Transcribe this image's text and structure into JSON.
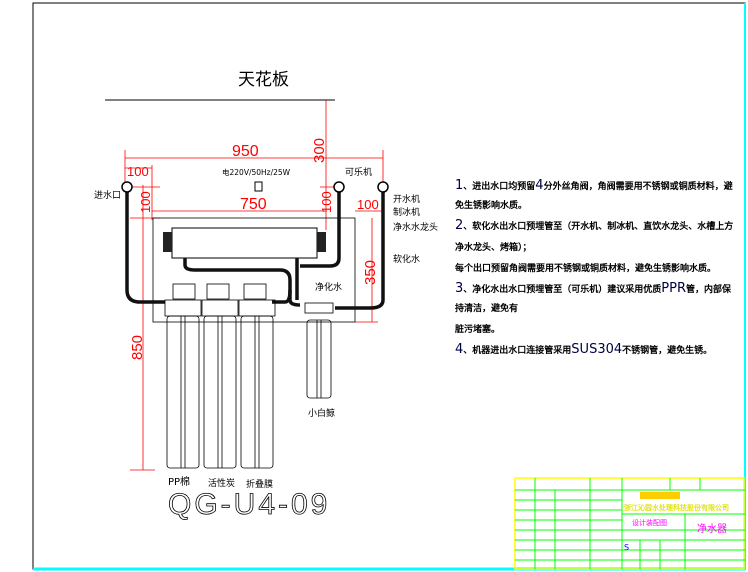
{
  "drawing": {
    "ceiling_label": "天花板",
    "power_spec": "电220V/50Hz/25W",
    "model": "QG-U4-09",
    "dimensions": {
      "total_width": "950",
      "panel_width": "750",
      "left_offset": "100",
      "right_offset": "100",
      "left_vertical": "100",
      "right_vertical": "100",
      "ceiling_gap": "300",
      "panel_height": "350",
      "filter_height": "850"
    },
    "labels": {
      "inlet": "进水口",
      "cola_machine": "可乐机",
      "boiler": "开水机",
      "ice_maker": "制冰机",
      "faucet": "净水水龙头",
      "softened_water": "软化水",
      "purified_water": "净化水",
      "small_filter": "小白鲸",
      "filter1": "PP棉",
      "filter2": "活性炭",
      "filter3": "折叠膜"
    }
  },
  "notes": [
    {
      "num": "1",
      "text_a": "、进出水口均预留",
      "big": "4",
      "text_b": "分外丝角阀，角阀需要用不锈钢或铜质材料，避免生锈影响水质。"
    },
    {
      "num": "2",
      "text_a": "、软化水出水口预埋管至（开水机、制冰机、直饮水龙头、水槽上方净水龙头、烤箱）；",
      "big": "",
      "text_b": ""
    },
    {
      "num": "",
      "text_a": "每个出口预留角阀需要用不锈钢或铜质材料，避免生锈影响水质。",
      "big": "",
      "text_b": ""
    },
    {
      "num": "3",
      "text_a": "、净化水出水口预埋管至（可乐机）建议采用优质",
      "big": "PPR",
      "text_b": "管，内部保持清洁，避免有"
    },
    {
      "num": "",
      "text_a": "脏污堵塞。",
      "big": "",
      "text_b": ""
    },
    {
      "num": "4",
      "text_a": "、机器进出水口连接管采用",
      "big": "SUS304",
      "text_b": "不锈钢管，避免生锈。"
    }
  ],
  "title_block": {
    "company": "浙江沁园水处理科技股份有限公司",
    "drawing_type": "设计装配图",
    "product": "净水器",
    "scale_mark": "S"
  },
  "colors": {
    "dim": "#ff0000",
    "grid": "#00ff00",
    "frame": "#00ffff",
    "accent": "#ff00ff",
    "logo": "#ffcc00"
  }
}
